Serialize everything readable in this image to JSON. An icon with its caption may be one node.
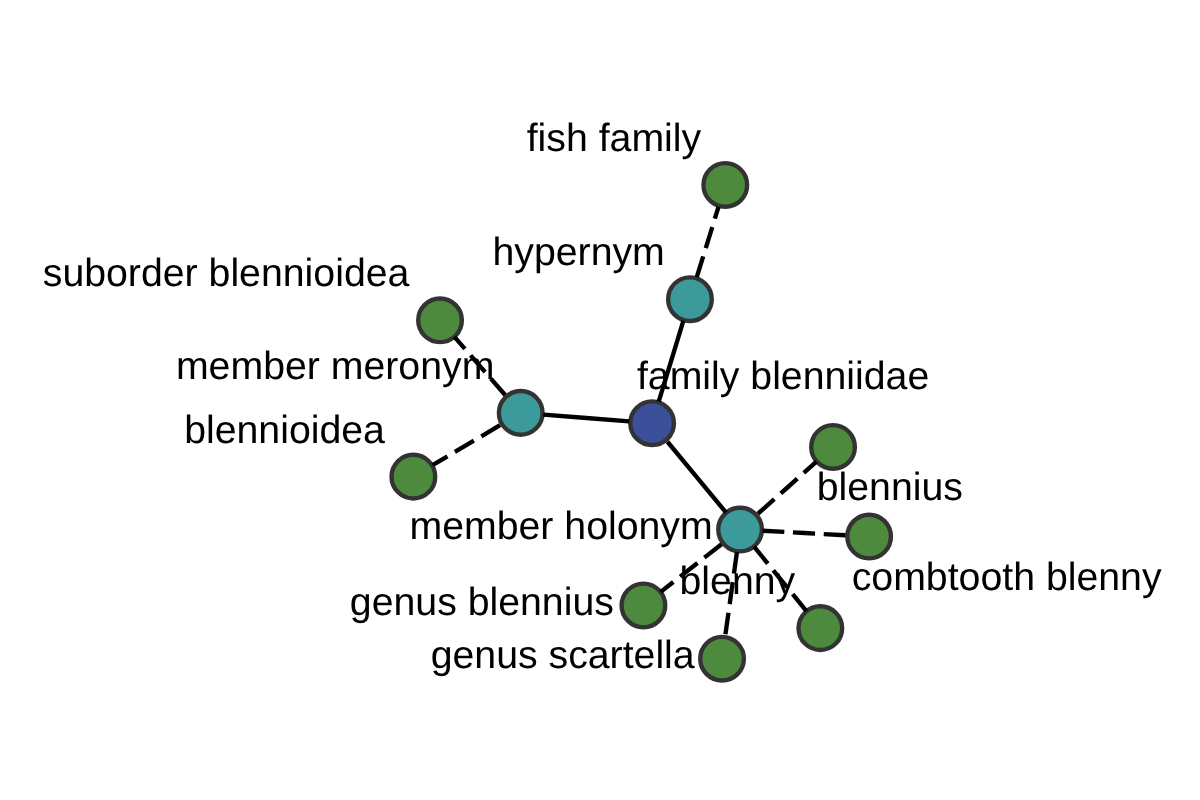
{
  "diagram": {
    "nodes": [
      {
        "text": [
          "suborder blennioidea"
        ]
      },
      {
        "text": [
          "member meronym"
        ]
      },
      {
        "text": [
          "blennioidea"
        ]
      },
      {
        "text": [
          "family blenniidae"
        ]
      },
      {
        "text": [
          "blennius"
        ]
      },
      {
        "text": [
          "hypernym"
        ]
      },
      {
        "text": [
          "member holonym"
        ]
      },
      {
        "text": [
          "combtooth blenny"
        ]
      },
      {
        "text": [
          "genus scartella"
        ]
      },
      {
        "text": [
          "fish family"
        ]
      },
      {
        "text": [
          "blenny"
        ]
      },
      {
        "text": [
          "genus blennius"
        ]
      }
    ],
    "edges": [
      {
        "from": 3,
        "to": 1,
        "arrow": "none"
      },
      {
        "from": 1,
        "to": 0,
        "arrow": "none",
        "style": "dashed"
      },
      {
        "from": 1,
        "to": 2,
        "arrow": "none",
        "style": "dashed"
      },
      {
        "from": 3,
        "to": 5,
        "arrow": "none"
      },
      {
        "from": 5,
        "to": 9,
        "arrow": "none",
        "style": "dashed"
      },
      {
        "from": 3,
        "to": 6,
        "arrow": "none"
      },
      {
        "from": 6,
        "to": 4,
        "arrow": "none",
        "style": "dashed"
      },
      {
        "from": 6,
        "to": 7,
        "arrow": "none",
        "style": "dashed"
      },
      {
        "from": 6,
        "to": 10,
        "arrow": "none",
        "style": "dashed"
      },
      {
        "from": 6,
        "to": 8,
        "arrow": "none",
        "style": "dashed"
      },
      {
        "from": 6,
        "to": 11,
        "arrow": "none",
        "style": "dashed"
      }
    ]
  }
}
